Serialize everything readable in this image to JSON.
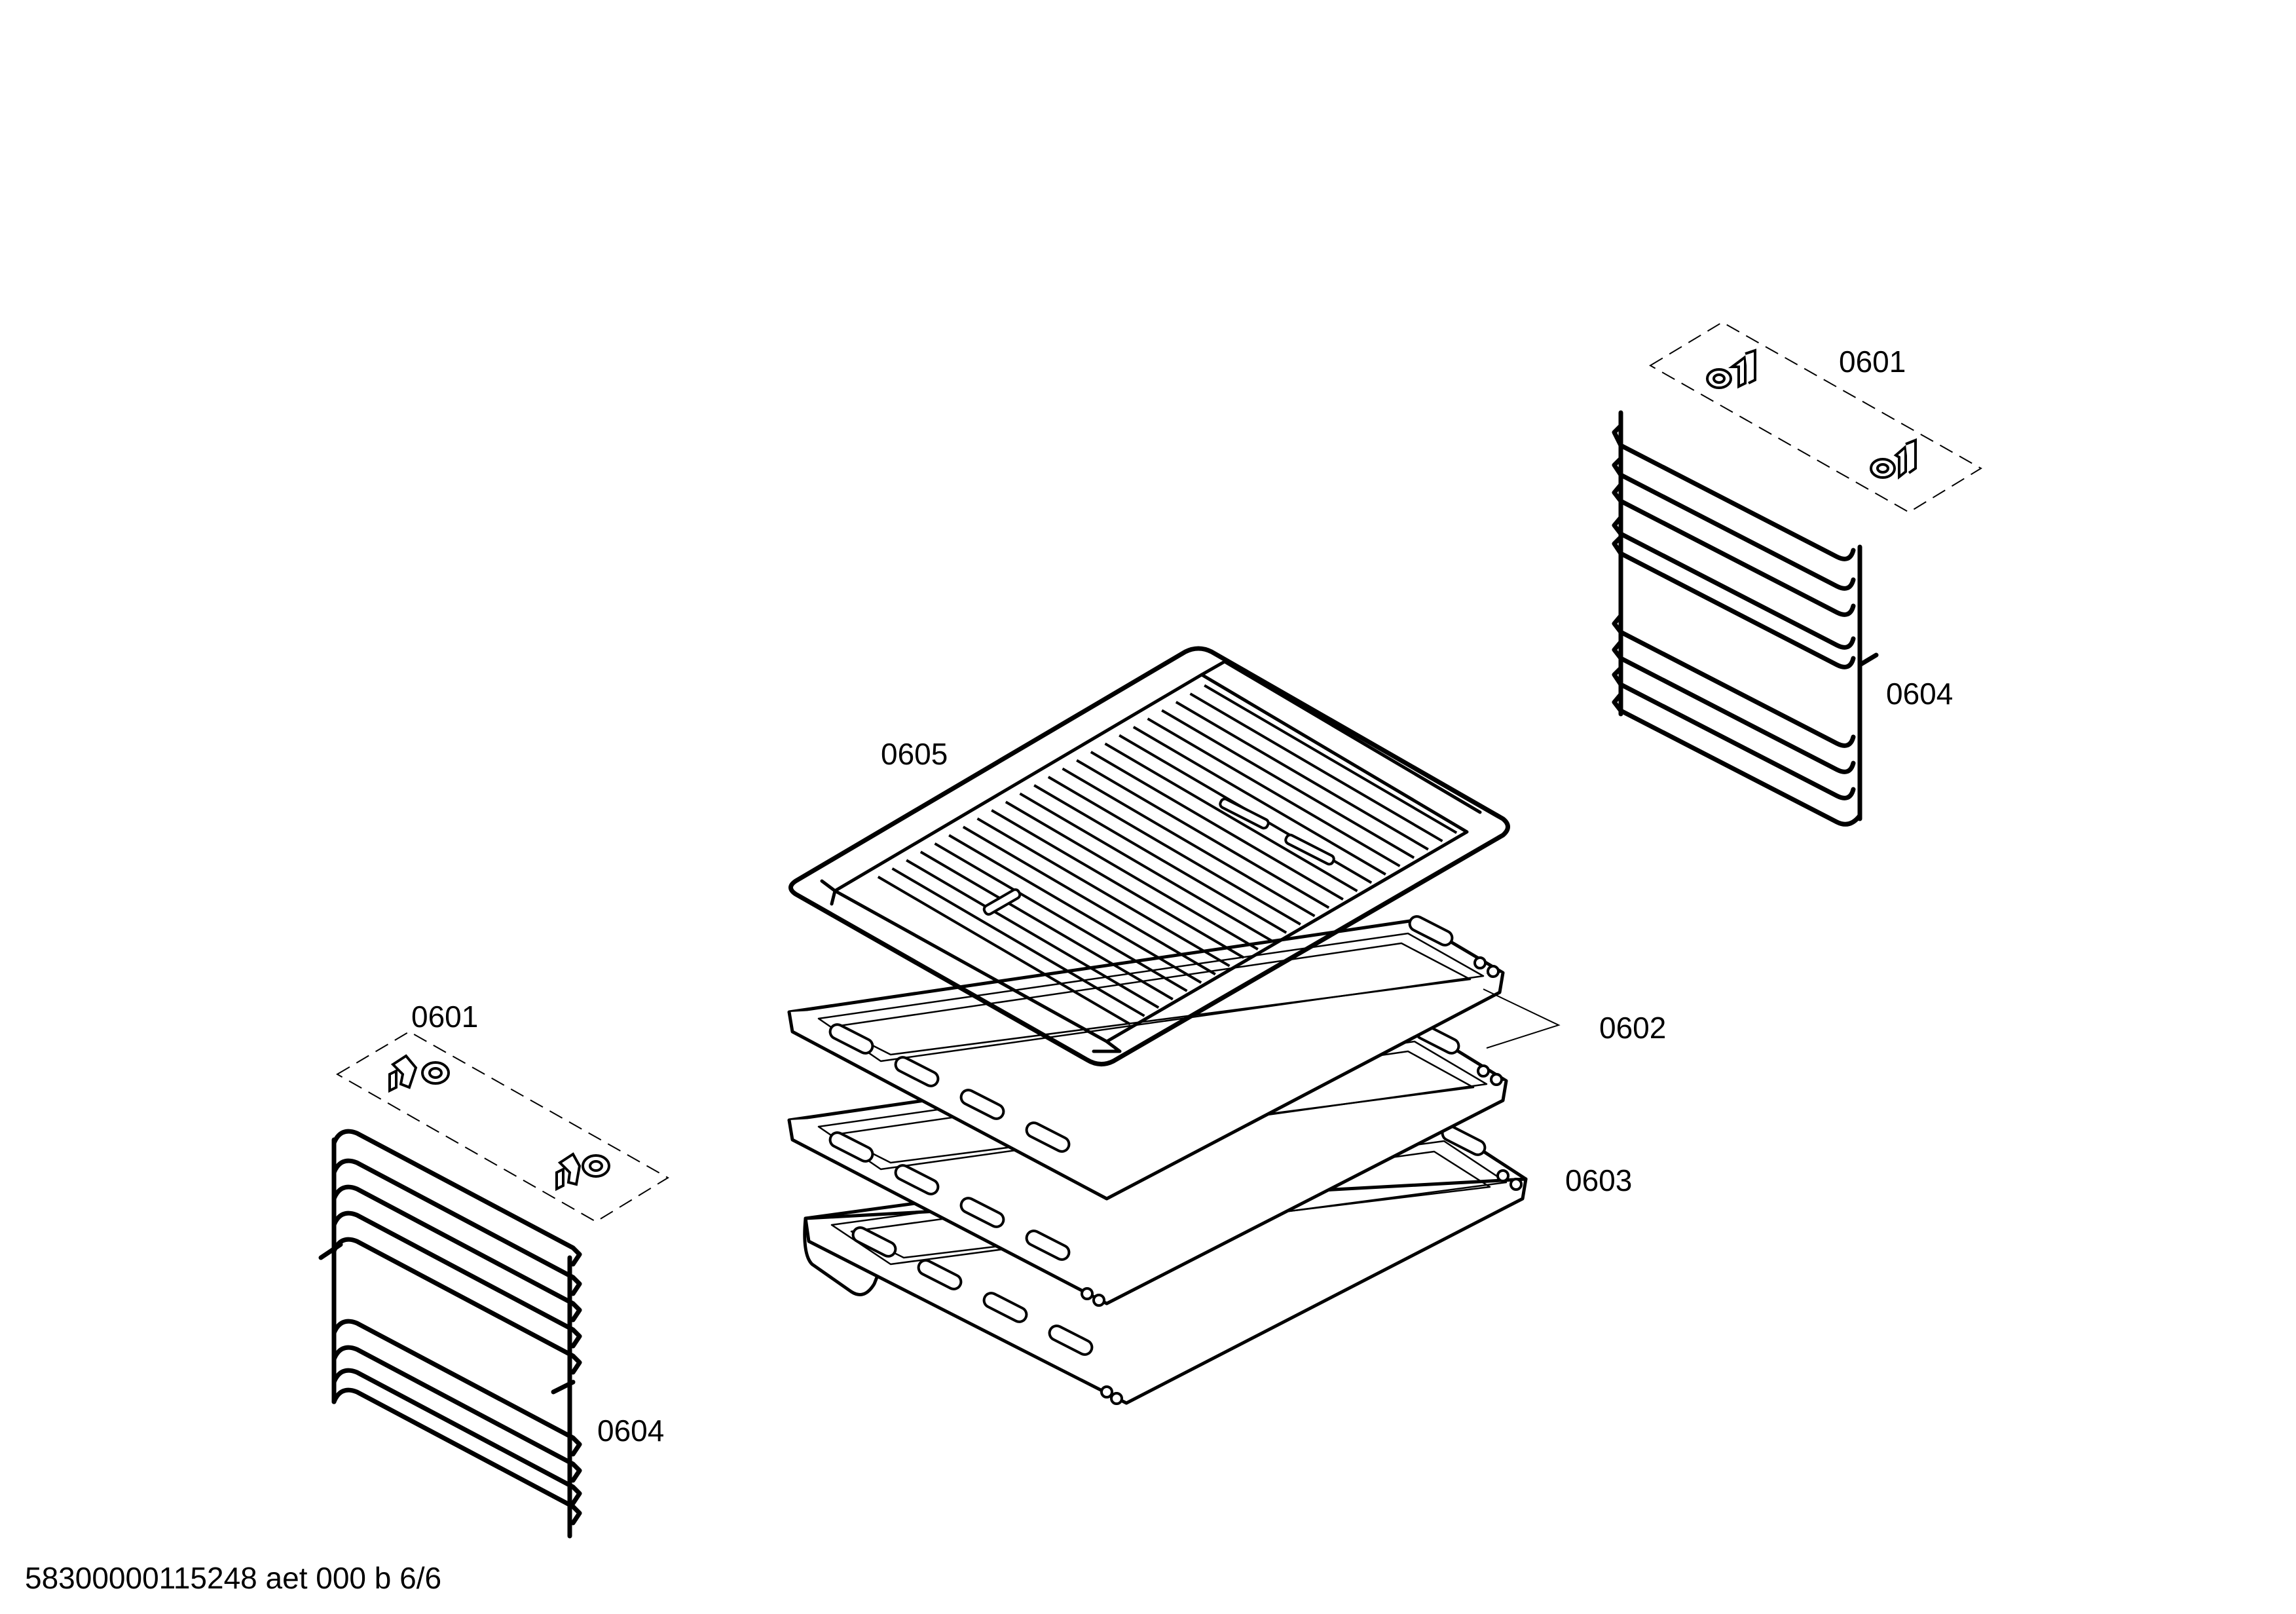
{
  "callouts": {
    "p0601_top": "0601",
    "p0604_right": "0604",
    "p0605": "0605",
    "p0602": "0602",
    "p0603": "0603",
    "p0601_left": "0601",
    "p0604_left": "0604"
  },
  "footer": {
    "doc_id": "58300000115248 aet 000 b 6/6"
  },
  "colors": {
    "ink": "#000000",
    "background": "#ffffff"
  }
}
